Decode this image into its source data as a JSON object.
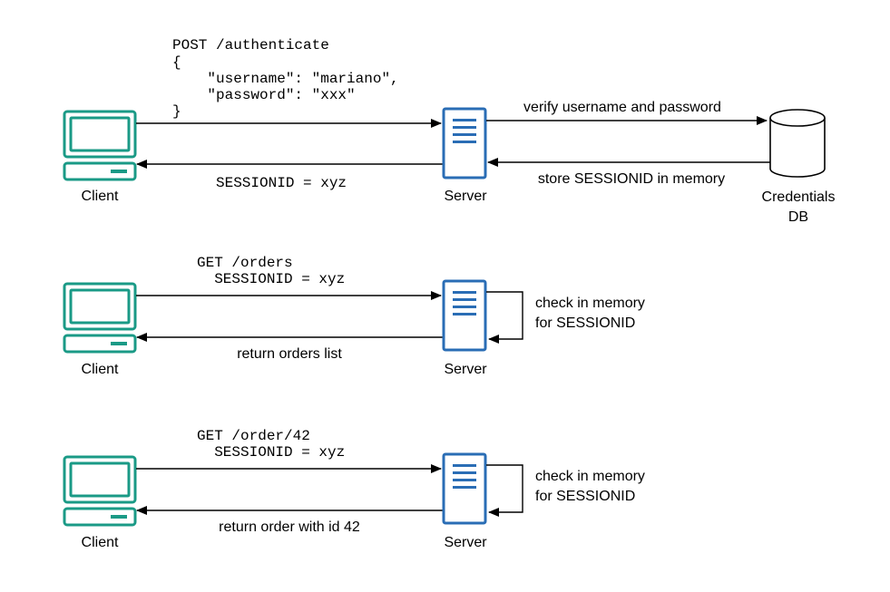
{
  "colors": {
    "client": "#1a9a86",
    "server": "#2a6db5",
    "line": "#000000"
  },
  "nodes": {
    "client_label": "Client",
    "server_label": "Server",
    "db_label_line1": "Credentials",
    "db_label_line2": "DB"
  },
  "flow1": {
    "request_lines": [
      "POST /authenticate",
      "{",
      "    \"username\": \"mariano\",",
      "    \"password\": \"xxx\"",
      "}"
    ],
    "response": "SESSIONID = xyz",
    "to_db": "verify username and password",
    "from_db": "store SESSIONID in memory"
  },
  "flow2": {
    "request_lines": [
      "GET /orders",
      "  SESSIONID = xyz"
    ],
    "response": "return orders list",
    "self_check_lines": [
      "check in memory",
      "for SESSIONID"
    ]
  },
  "flow3": {
    "request_lines": [
      "GET /order/42",
      "  SESSIONID = xyz"
    ],
    "response": "return order with id 42",
    "self_check_lines": [
      "check in memory",
      "for SESSIONID"
    ]
  }
}
